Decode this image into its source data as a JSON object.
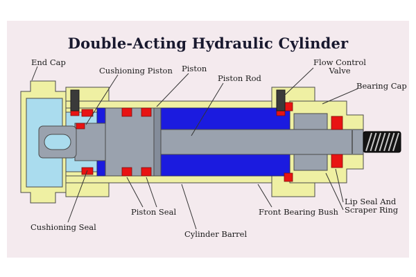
{
  "title": "Double-Acting Hydraulic Cylinder",
  "labels": {
    "end_cap": "End Cap",
    "cushioning_piston": "Cushioning Piston",
    "piston": "Piston",
    "piston_rod": "Piston Rod",
    "flow_control_valve": "Flow Control Valve",
    "bearing_cap": "Bearing Cap",
    "piston_seal": "Piston Seal",
    "cushioning_seal": "Cushioning Seal",
    "cylinder_barrel": "Cylinder Barrel",
    "front_bearing_bush": "Front Bearing Bush",
    "lip_seal_scraper_ring": "Lip Seal And Scraper Ring"
  },
  "colors": {
    "page_bg": "#ffffff",
    "panel_bg": "#f4eaee",
    "body_yellow": "#eff0a3",
    "cushion_blue": "#aadcee",
    "fluid_blue": "#1b1bdf",
    "metal_gray": "#9aa2ae",
    "metal_gray_dark": "#848c9a",
    "seal_red": "#e81313",
    "valve_dark": "#3a3a3a",
    "thread_black": "#141414",
    "thread_stripe": "#c8c8c8",
    "outline": "#4a4a4a",
    "leader": "#333333"
  }
}
